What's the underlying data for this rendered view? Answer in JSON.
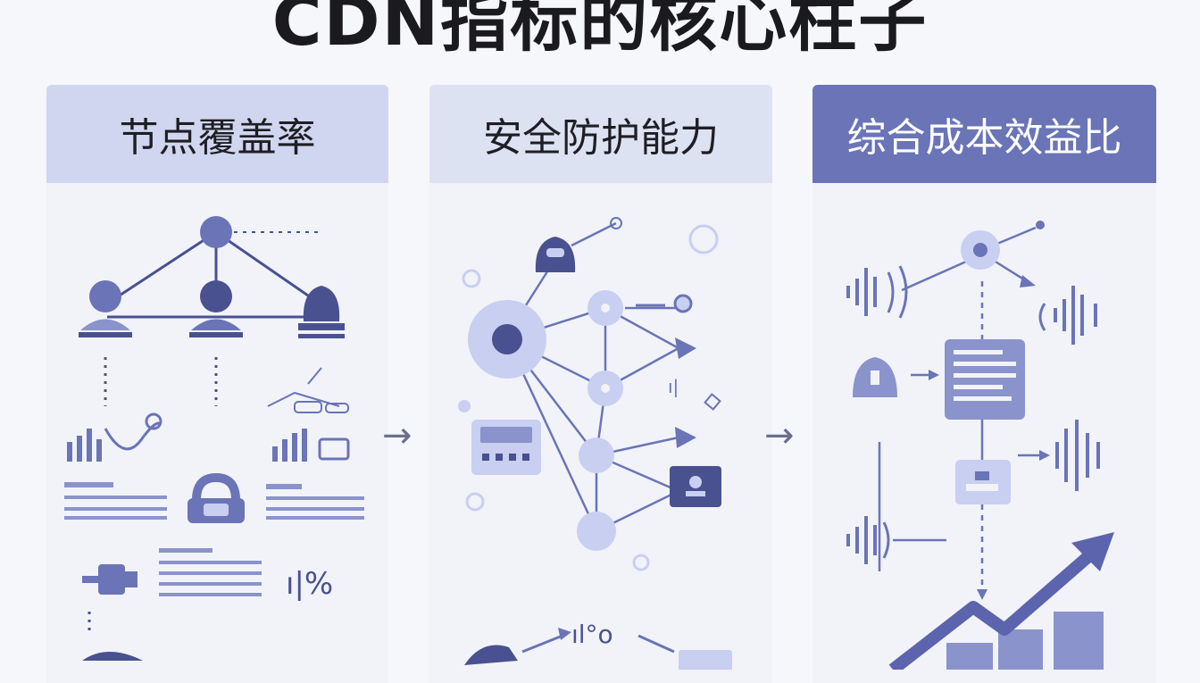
{
  "title": "CDN指标的核心柱子",
  "columns": [
    {
      "label": "节点覆盖率"
    },
    {
      "label": "安全防护能力"
    },
    {
      "label": "综合成本效益比"
    }
  ],
  "flow_arrows": [
    "→",
    "→"
  ],
  "colors": {
    "primary": "#6a74b6",
    "dark_node": "#4a5190",
    "light_node": "#c8cff0",
    "panel": "#f1f3f9",
    "header_light": "#d0d6ef"
  }
}
